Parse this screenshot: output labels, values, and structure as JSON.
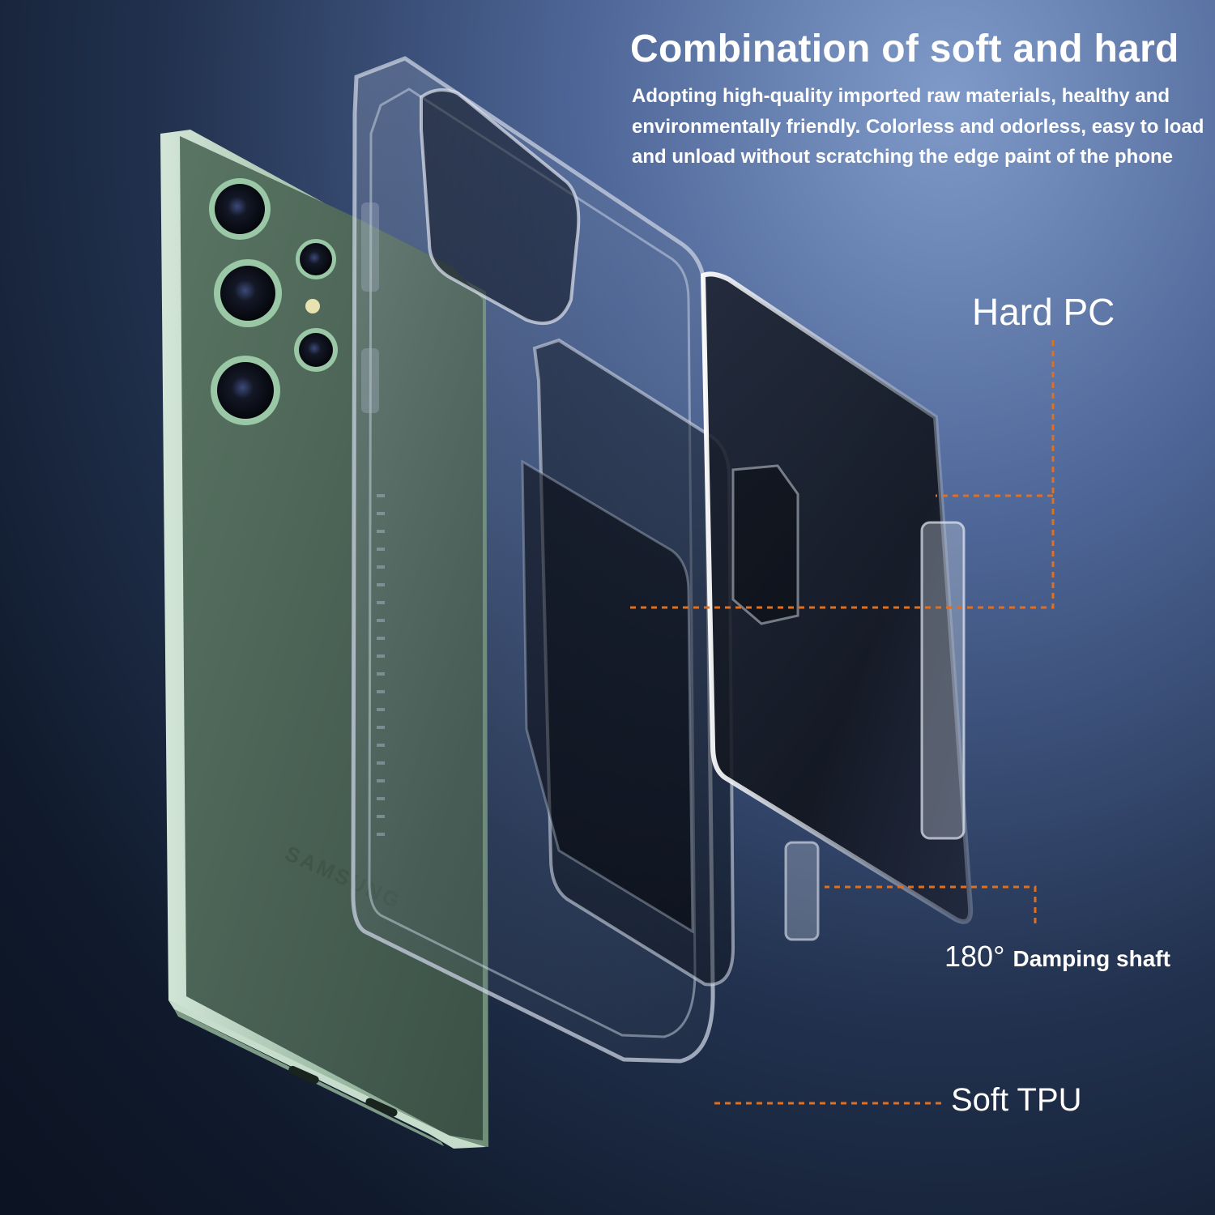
{
  "headline": "Combination of soft and hard",
  "description": "Adopting high-quality imported raw materials, healthy and environmentally friendly. Colorless and odorless, easy to load and unload without scratching the edge paint of the phone",
  "callouts": {
    "hard_pc": "Hard PC",
    "damping_prefix": "180°",
    "damping_label": "Damping shaft",
    "soft_tpu": "Soft TPU"
  },
  "phone_brand": "SAMSUNG",
  "colors": {
    "leader_line": "#e0701f",
    "phone_body": "#4d6457",
    "phone_frame": "#b9d4c0"
  },
  "icons": [
    "camera-lens-icon",
    "flash-icon"
  ]
}
